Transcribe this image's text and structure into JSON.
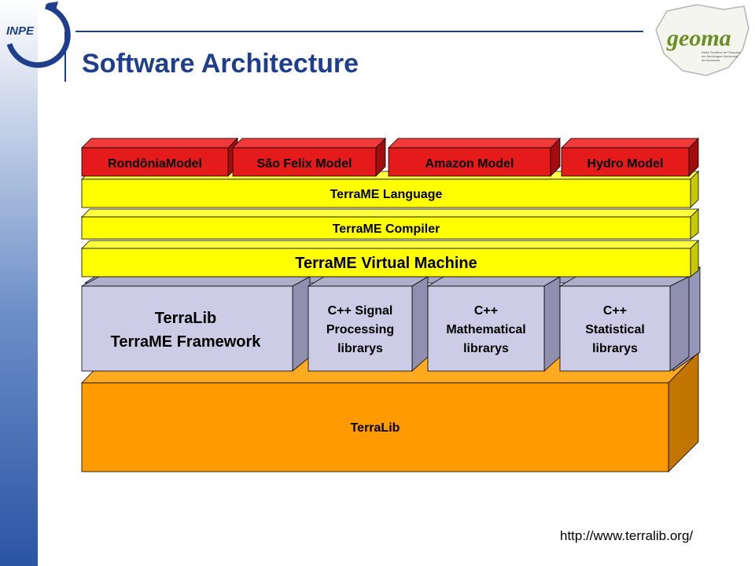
{
  "page": {
    "title": "Software Architecture",
    "url": "http://www.terralib.org/"
  },
  "logos": {
    "inpe": {
      "text": "INPE"
    },
    "geoma": {
      "text": "geoma",
      "subtitle": [
        "Rede Temática de Pesquisa",
        "em Modelagem Ambiental",
        "da Amazônia"
      ]
    }
  },
  "diagram": {
    "models": [
      "RondôniaModel",
      "São Felix Model",
      "Amazon Model",
      "Hydro Model"
    ],
    "language": "TerraME Language",
    "compiler": "TerraME Compiler",
    "virtual_machine": "TerraME Virtual Machine",
    "framework": [
      "TerraLib",
      "TerraME Framework"
    ],
    "signal": [
      "C++ Signal",
      "Processing",
      "librarys"
    ],
    "math": [
      "C++",
      "Mathematical",
      "librarys"
    ],
    "stat": [
      "C++",
      "Statistical",
      "librarys"
    ],
    "base": "TerraLib"
  },
  "colors": {
    "model_red": "#e51b1b",
    "model_red_dark": "#a30d0d",
    "layer_yellow": "#ffff00",
    "layer_yellow_dark": "#c9c900",
    "lib_lavender": "#cccce6",
    "lib_lavender_dark": "#9797b9",
    "base_orange": "#ff9a00",
    "base_orange_dark": "#c27600",
    "title_blue": "#1f3f8c"
  }
}
